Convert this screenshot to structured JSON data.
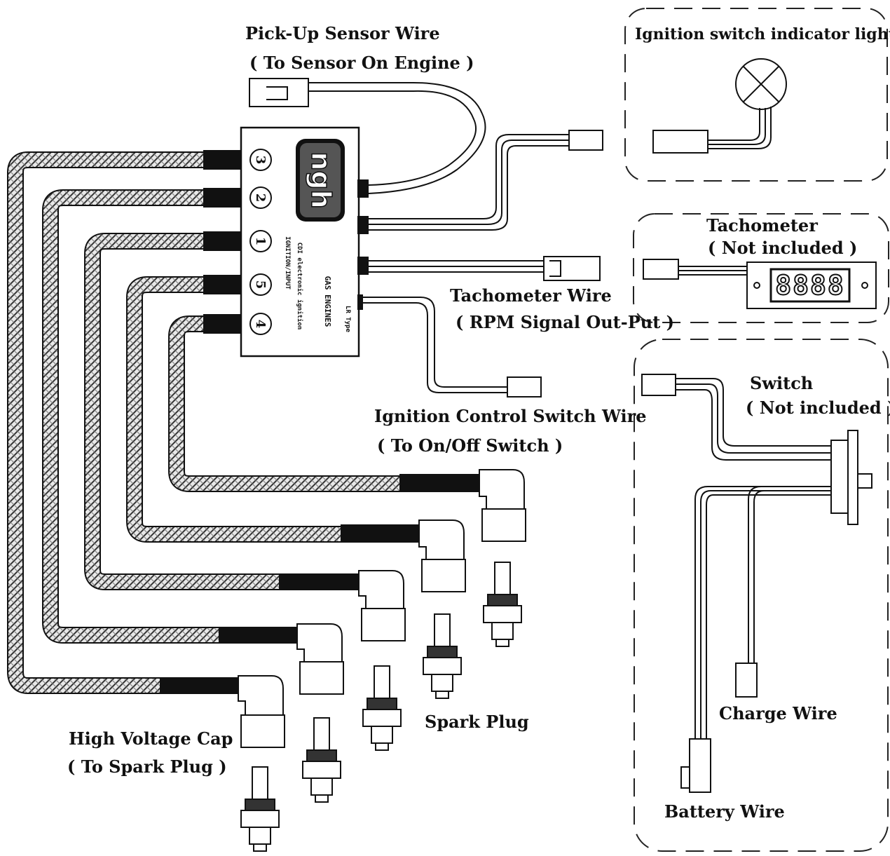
{
  "labels": {
    "pickup_title": "Pick-Up Sensor Wire",
    "pickup_sub": "( To Sensor On Engine )",
    "indicator_title": "Ignition switch indicator light",
    "tacho_title": "Tachometer",
    "tacho_sub": "( Not included )",
    "tacho_wire_title": "Tachometer Wire",
    "tacho_wire_sub": "( RPM Signal Out-Put )",
    "switch_title": "Switch",
    "switch_sub": "( Not included )",
    "ign_ctrl_title": "Ignition Control Switch Wire",
    "ign_ctrl_sub": "( To On/Off Switch )",
    "charge_wire": "Charge Wire",
    "battery_wire": "Battery Wire",
    "spark_plug": "Spark Plug",
    "hv_cap_title": "High Voltage Cap",
    "hv_cap_sub": "( To Spark Plug )"
  },
  "module": {
    "logo_text": "ngh",
    "line1": "GAS ENGINES",
    "line2": "CDI electronic ignition",
    "line3": "IGNITION/INPUT",
    "line4": "LR Type",
    "ports": [
      "3",
      "2",
      "1",
      "5",
      "4"
    ]
  },
  "tachometer_display": "8888"
}
